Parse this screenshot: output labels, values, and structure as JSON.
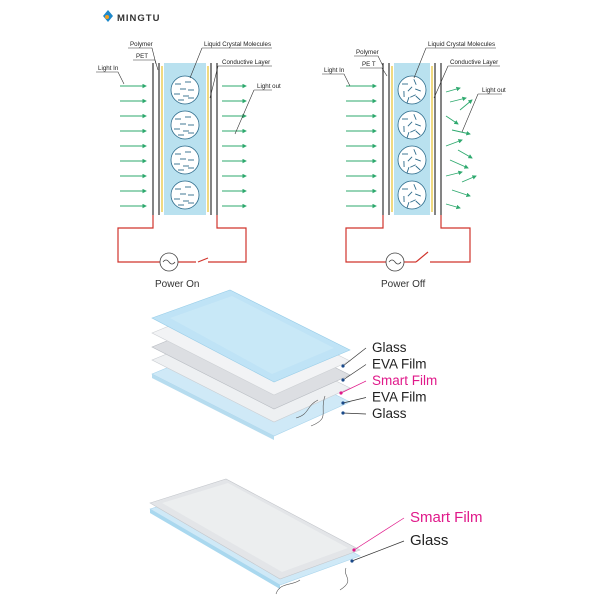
{
  "brand": {
    "name": "MINGTU"
  },
  "colors": {
    "circuit": "#d0342c",
    "accent": "#e0198a",
    "arrow": "#2ea96e",
    "liquid": "#b9e1ef",
    "glass": "#cfe9f7"
  },
  "diagram_on": {
    "labels": {
      "polymer": "Polymer",
      "pet": "PET",
      "liquid_crystal": "Liquid Crystal Molecules",
      "conductive": "Conductive Layer",
      "light_in": "Light In",
      "light_out": "Light out"
    },
    "caption": "Power On"
  },
  "diagram_off": {
    "labels": {
      "polymer": "Polymer",
      "pet": "PE T",
      "liquid_crystal": "Liquid Crystal Molecules",
      "conductive": "Conductive Layer",
      "light_in": "Light In",
      "light_out": "Light out"
    },
    "caption": "Power Off"
  },
  "laminate_five": {
    "layers": [
      "Glass",
      "EVA Film",
      "Smart Film",
      "EVA Film",
      "Glass"
    ],
    "highlight_index": 2
  },
  "laminate_two": {
    "layers": [
      "Smart Film",
      "Glass"
    ],
    "highlight_index": 0
  }
}
